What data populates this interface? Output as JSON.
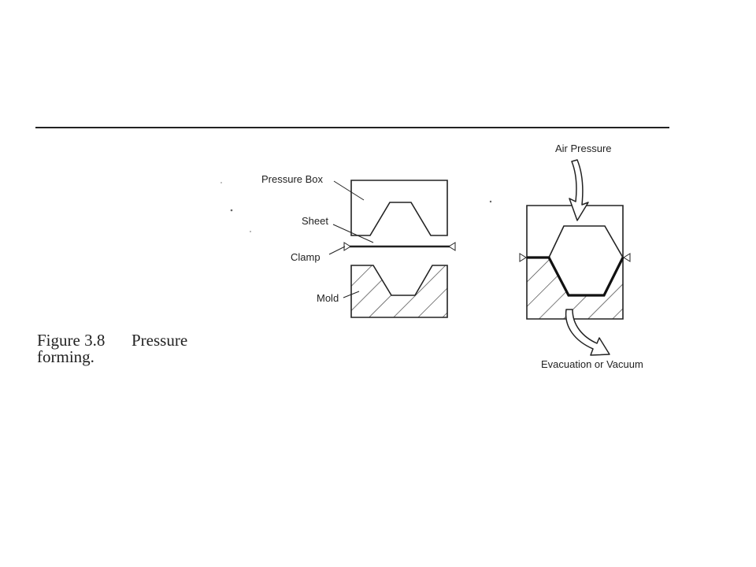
{
  "caption": {
    "number": "Figure 3.8",
    "title_line1": "Pressure",
    "title_line2": "forming."
  },
  "left_diagram": {
    "labels": {
      "pressure_box": "Pressure Box",
      "sheet": "Sheet",
      "clamp": "Clamp",
      "mold": "Mold"
    }
  },
  "right_diagram": {
    "labels": {
      "air_pressure": "Air Pressure",
      "evacuation": "Evacuation or Vacuum"
    }
  }
}
